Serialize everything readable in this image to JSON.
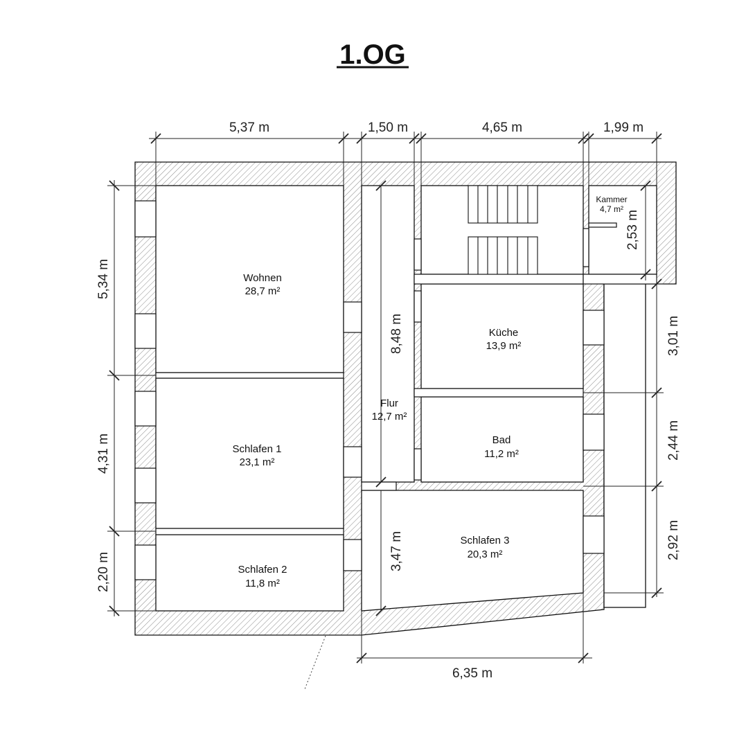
{
  "title": "1.OG",
  "rooms": {
    "wohnen": {
      "name": "Wohnen",
      "area": "28,7 m²"
    },
    "schlafen1": {
      "name": "Schlafen 1",
      "area": "23,1 m²"
    },
    "schlafen2": {
      "name": "Schlafen 2",
      "area": "11,8 m²"
    },
    "flur": {
      "name": "Flur",
      "area": "12,7 m²"
    },
    "kueche": {
      "name": "Küche",
      "area": "13,9 m²"
    },
    "bad": {
      "name": "Bad",
      "area": "11,2 m²"
    },
    "schlafen3": {
      "name": "Schlafen 3",
      "area": "20,3 m²"
    },
    "kammer": {
      "name": "Kammer",
      "area": "4,7 m²"
    }
  },
  "dimensions": {
    "top_1": "5,37 m",
    "top_2": "1,50 m",
    "top_3": "4,65 m",
    "top_4": "1,99 m",
    "left_1": "5,34 m",
    "left_2": "4,31 m",
    "left_3": "2,20 m",
    "right_1": "3,01 m",
    "right_2": "2,44 m",
    "right_3": "2,92 m",
    "kammer_height": "2,53 m",
    "flur_length": "8,48 m",
    "schlafen3_height": "3,47 m",
    "bottom": "6,35 m"
  }
}
